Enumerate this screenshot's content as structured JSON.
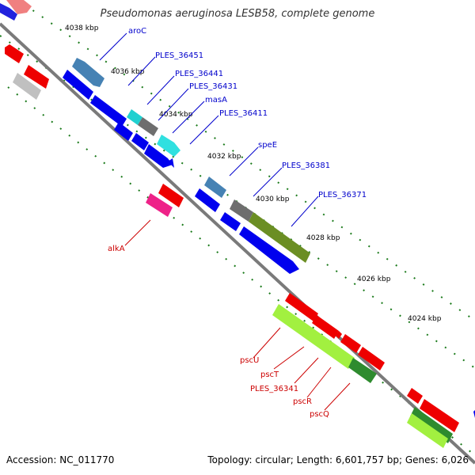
{
  "title": "Pseudomonas aeruginosa LESB58, complete genome",
  "footer": {
    "accession": "Accession: NC_011770",
    "summary": "Topology: circular; Length: 6,601,757 bp; Genes: 6,026"
  },
  "colors": {
    "forward_label": "#0000cc",
    "reverse_label": "#cc0000",
    "backbone": "#7a7a7a",
    "tick": "#1a7a1a"
  },
  "scale_labels": [
    "4038 kbp",
    "4036 kbp",
    "4034 kbp",
    "4032 kbp",
    "4030 kbp",
    "4028 kbp",
    "4026 kbp",
    "4024 kbp"
  ],
  "forward_labels": [
    "aroC",
    "PLES_36451",
    "PLES_36441",
    "PLES_36431",
    "masA",
    "PLES_36411",
    "speE",
    "PLES_36381",
    "PLES_36371"
  ],
  "reverse_labels": [
    "alkA",
    "pscU",
    "pscT",
    "PLES_36341",
    "pscR",
    "pscQ"
  ]
}
